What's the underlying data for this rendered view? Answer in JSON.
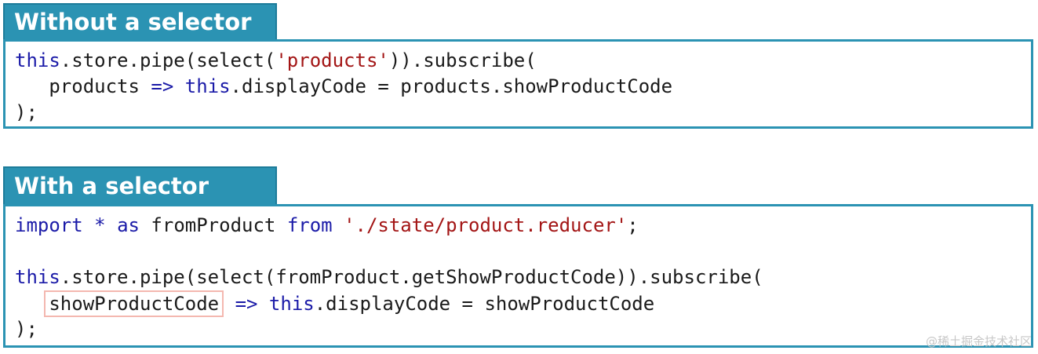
{
  "section1": {
    "title": "Without a selector",
    "lines": [
      [
        {
          "t": "this",
          "c": "kw"
        },
        {
          "t": ".store.pipe(select(",
          "c": ""
        },
        {
          "t": "'products'",
          "c": "str"
        },
        {
          "t": ")).subscribe(",
          "c": ""
        }
      ],
      [
        {
          "t": "   products ",
          "c": ""
        },
        {
          "t": "=>",
          "c": "op"
        },
        {
          "t": " ",
          "c": ""
        },
        {
          "t": "this",
          "c": "kw"
        },
        {
          "t": ".displayCode = products.showProductCode",
          "c": ""
        }
      ],
      [
        {
          "t": ");",
          "c": ""
        }
      ]
    ]
  },
  "section2": {
    "title": "With a selector",
    "lines": [
      [
        {
          "t": "import",
          "c": "kw"
        },
        {
          "t": " ",
          "c": ""
        },
        {
          "t": "*",
          "c": "op"
        },
        {
          "t": " ",
          "c": ""
        },
        {
          "t": "as",
          "c": "kw"
        },
        {
          "t": " fromProduct ",
          "c": ""
        },
        {
          "t": "from",
          "c": "kw"
        },
        {
          "t": " ",
          "c": ""
        },
        {
          "t": "'./state/product.reducer'",
          "c": "str"
        },
        {
          "t": ";",
          "c": ""
        }
      ],
      [],
      [
        {
          "t": "this",
          "c": "kw"
        },
        {
          "t": ".store.pipe(select(fromProduct.getShowProductCode)).subscribe(",
          "c": ""
        }
      ],
      [
        {
          "t": "   ",
          "c": ""
        },
        {
          "t": "showProductCode",
          "c": "",
          "highlight": true
        },
        {
          "t": " ",
          "c": ""
        },
        {
          "t": "=>",
          "c": "op"
        },
        {
          "t": " ",
          "c": ""
        },
        {
          "t": "this",
          "c": "kw"
        },
        {
          "t": ".displayCode = showProductCode",
          "c": ""
        }
      ],
      [
        {
          "t": ");",
          "c": ""
        }
      ]
    ]
  },
  "watermark": "@稀土掘金技术社区",
  "colors": {
    "accent": "#2b93b3",
    "keyword": "#1b1ba8",
    "string": "#a31515",
    "highlight_border": "#f4b8b0"
  }
}
